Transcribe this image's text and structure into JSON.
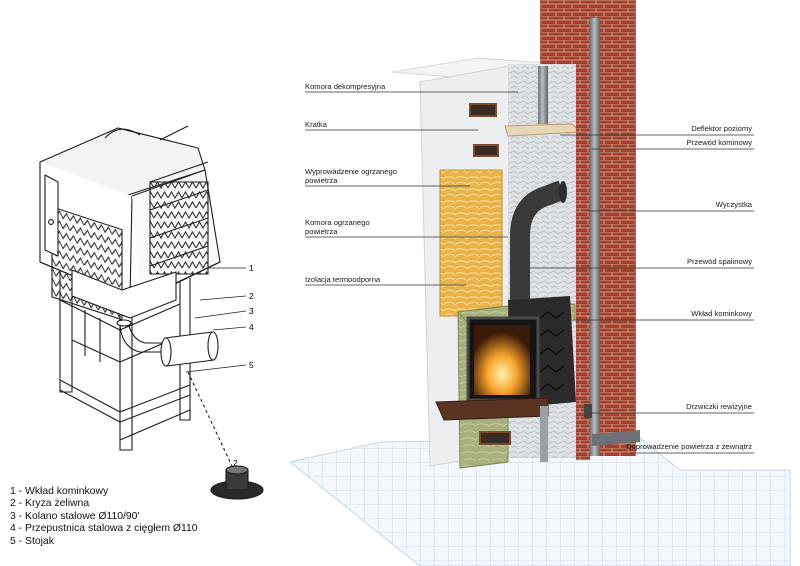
{
  "legend": [
    "1 - Wkład kominkowy",
    "2 - Kryza żeliwna",
    "3 - Kolano stalowe Ø110/90'",
    "4 - Przepustnica stalowa z cięgłem Ø110",
    "5 - Stojak"
  ],
  "part_numbers": [
    "1",
    "2",
    "3",
    "4",
    "5",
    "2"
  ],
  "labels_left": [
    "Komora dekompresyjna",
    "Kratka",
    "Wyprowadzenie ogrzanego",
    "powietrza",
    "Komora ogrzanego",
    "powietrza",
    "Izolacja termoodporna"
  ],
  "labels_right": [
    "Deflektor poziomy",
    "Przewód kominowy",
    "Wyczystka",
    "Przewód spalinowy",
    "Wkład kominkowy",
    "Drzwiczki rewizyjne",
    "Doprowadzenie powietrza z zewnątrz"
  ],
  "colors": {
    "brick": "#a8402e",
    "wall": "#e9ebee",
    "insulation": "#e7b54a",
    "stone": "#a9b27f",
    "stove": "#2c2c2c",
    "floor_tile": "#f1f6fb"
  }
}
